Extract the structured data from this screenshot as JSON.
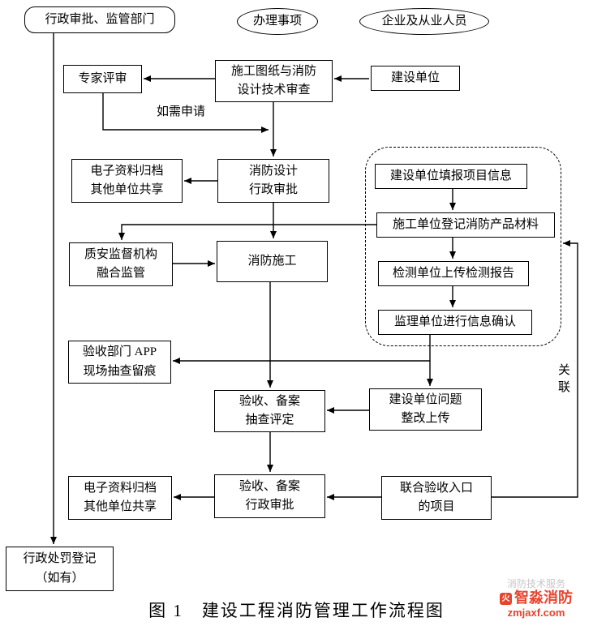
{
  "headers": {
    "admin_dept": "行政审批、监管部门",
    "matters": "办理事项",
    "enterprise": "企业及从业人员"
  },
  "nodes": {
    "expert_review": "专家评审",
    "drawing_review": "施工图纸与消防\n设计技术审查",
    "construction_unit": "建设单位",
    "archive_top": "电子资料归档\n其他单位共享",
    "fire_design_approval": "消防设计\n行政审批",
    "fill_project_info": "建设单位填报项目信息",
    "register_products": "施工单位登记消防产品材料",
    "upload_test_report": "检测单位上传检测报告",
    "supervisor_confirm": "监理单位进行信息确认",
    "quality_supervision": "质安监督机构\n融合监管",
    "fire_construction": "消防施工",
    "acceptance_app": "验收部门 APP\n现场抽查留痕",
    "acceptance_spot_check": "验收、备案\n抽查评定",
    "rectification_upload": "建设单位问题\n整改上传",
    "archive_bottom": "电子资料归档\n其他单位共享",
    "acceptance_approval": "验收、备案\n行政审批",
    "joint_acceptance": "联合验收入口\n的项目",
    "admin_penalty": "行政处罚登记\n（如有）"
  },
  "labels": {
    "if_needed": "如需申请",
    "association": "关联"
  },
  "title": "图 1　建设工程消防管理工作流程图",
  "watermark": {
    "ghost": "消防技术服务",
    "flame": "火",
    "brand": "智淼消防",
    "site": "zmjaxf.com",
    "red": "#e8432d"
  },
  "colors": {
    "line": "#000000"
  }
}
